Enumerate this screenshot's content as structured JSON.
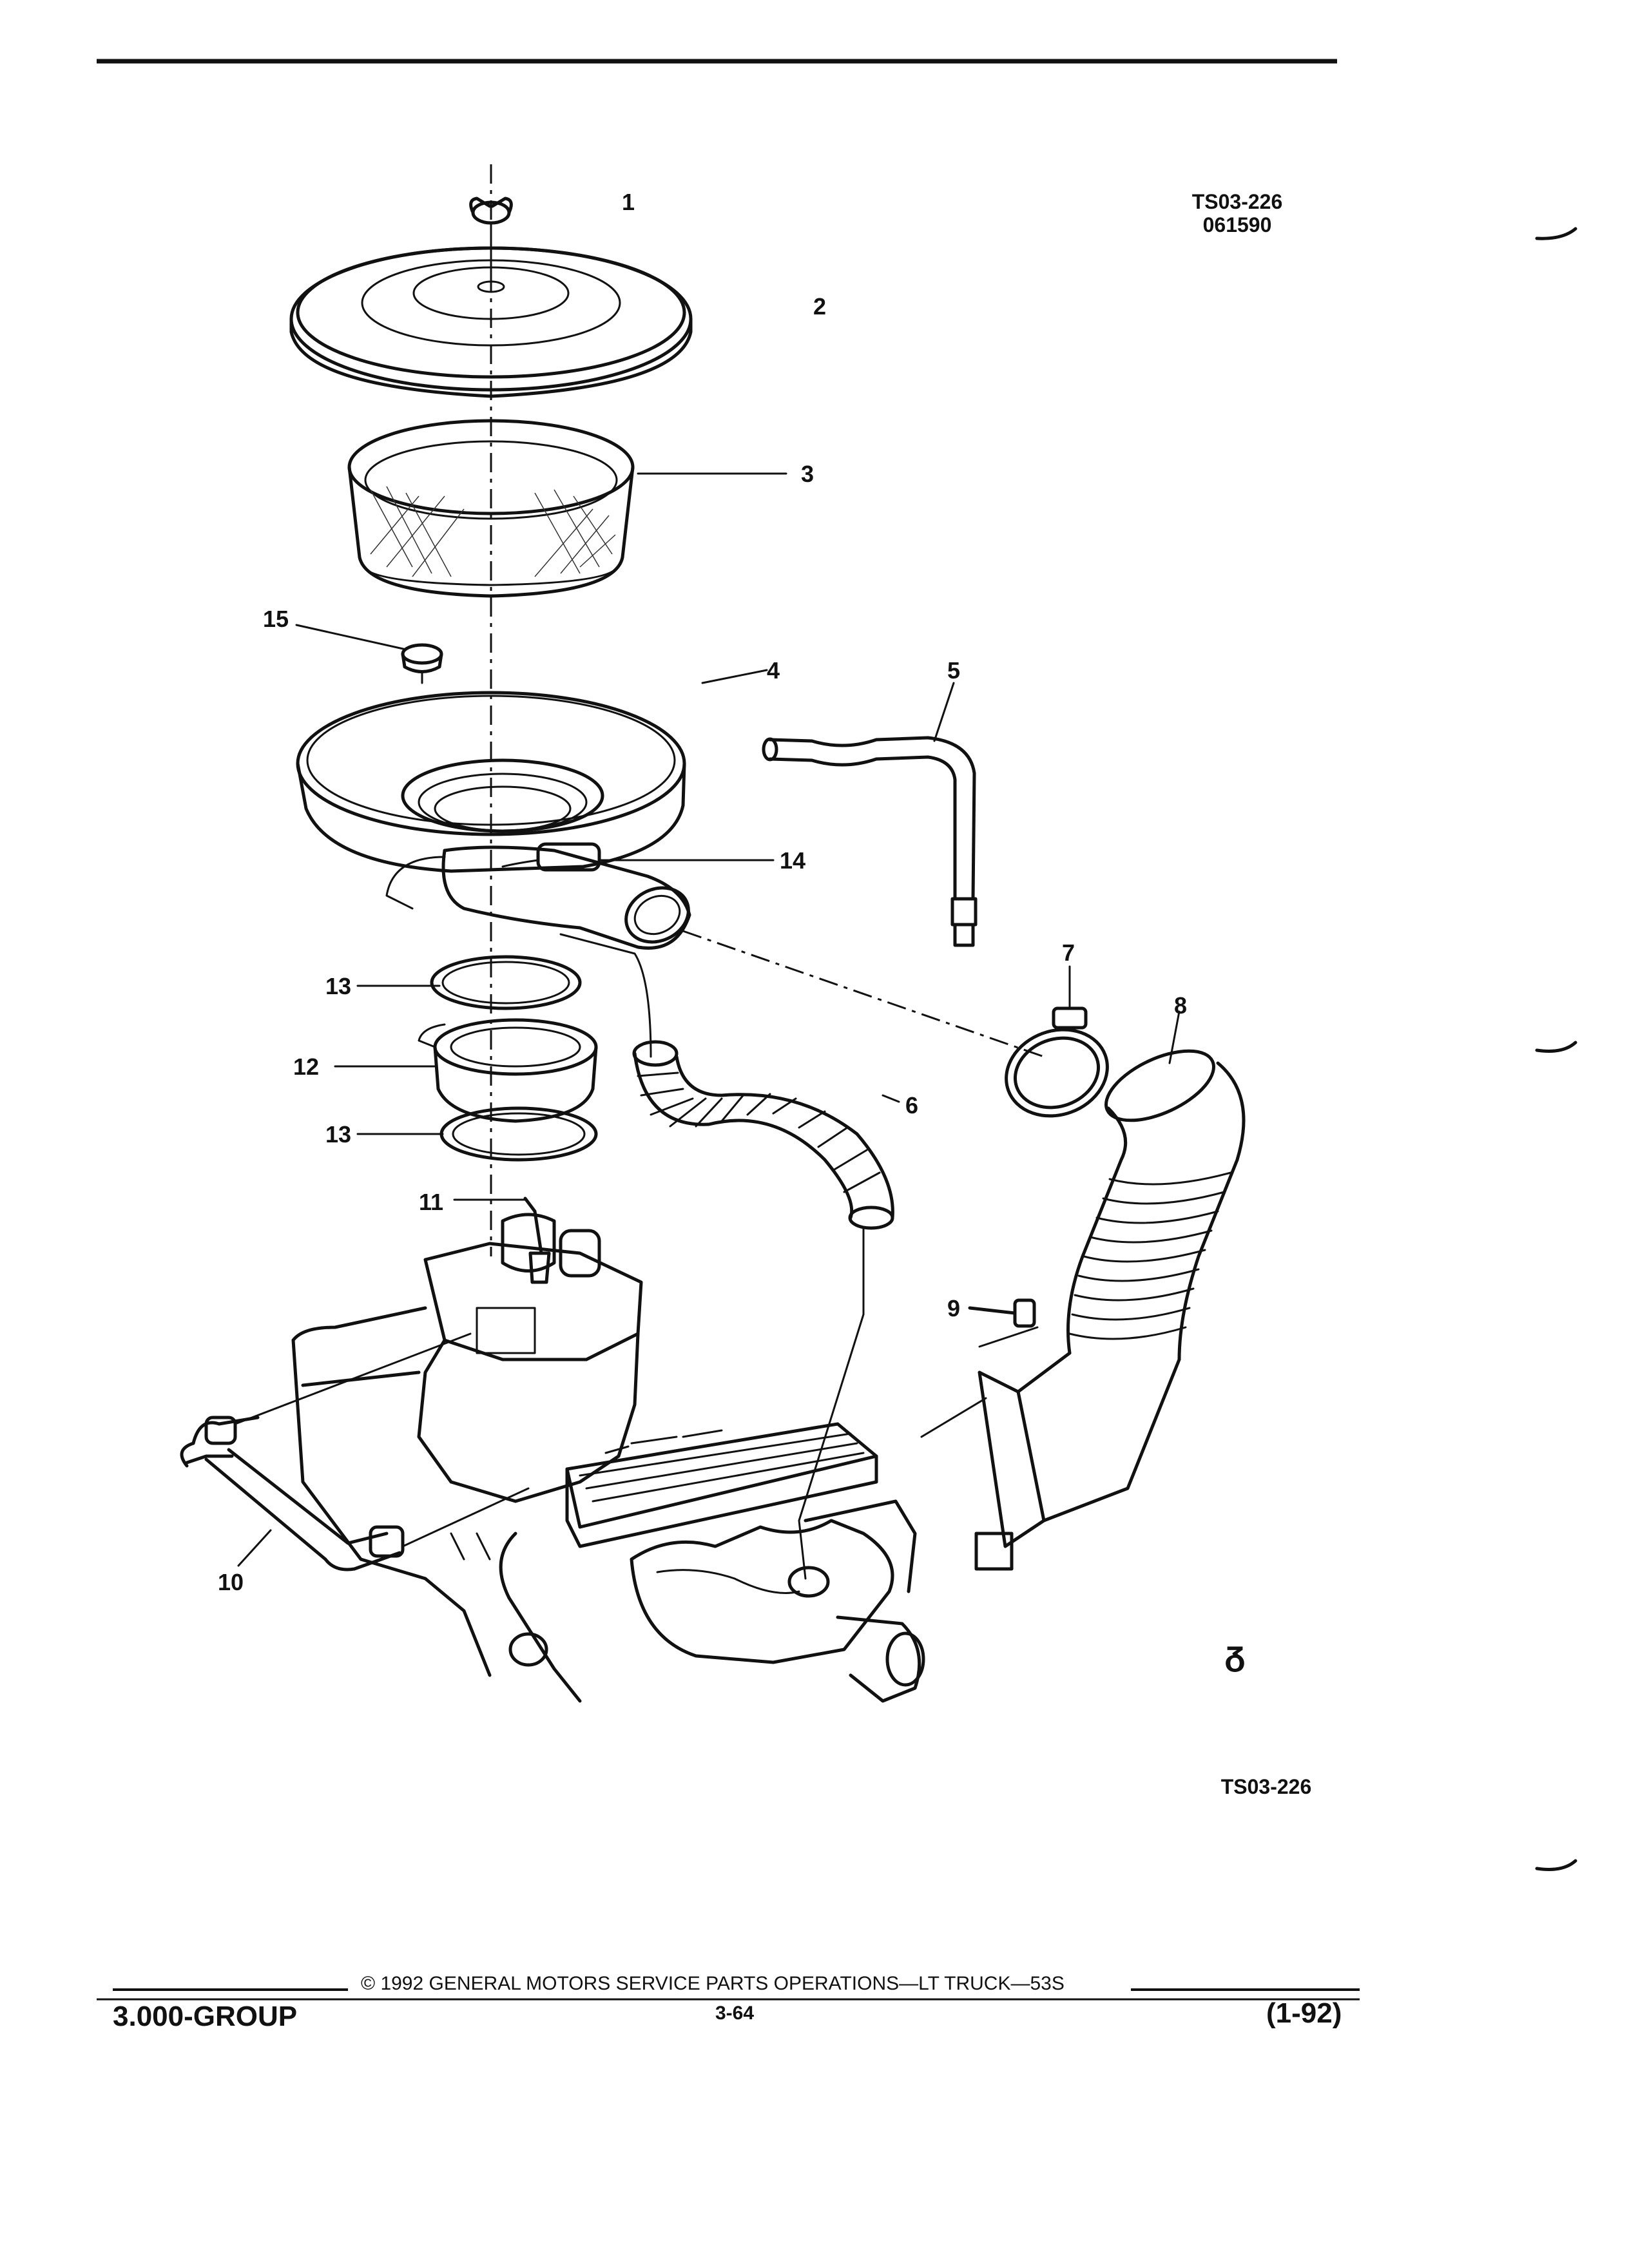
{
  "figure": {
    "id_top": "TS03-226",
    "date_code": "061590",
    "id_bottom": "TS03-226",
    "mark": "ᵹ"
  },
  "callouts": [
    "1",
    "2",
    "3",
    "4",
    "5",
    "6",
    "7",
    "8",
    "9",
    "10",
    "11",
    "12",
    "13",
    "13",
    "14",
    "15"
  ],
  "footer": {
    "copyright": "©  1992  GENERAL MOTORS SERVICE PARTS OPERATIONS—LT TRUCK—53S",
    "group": "3.000-GROUP",
    "page": "3-64",
    "revision": "(1-92)"
  }
}
